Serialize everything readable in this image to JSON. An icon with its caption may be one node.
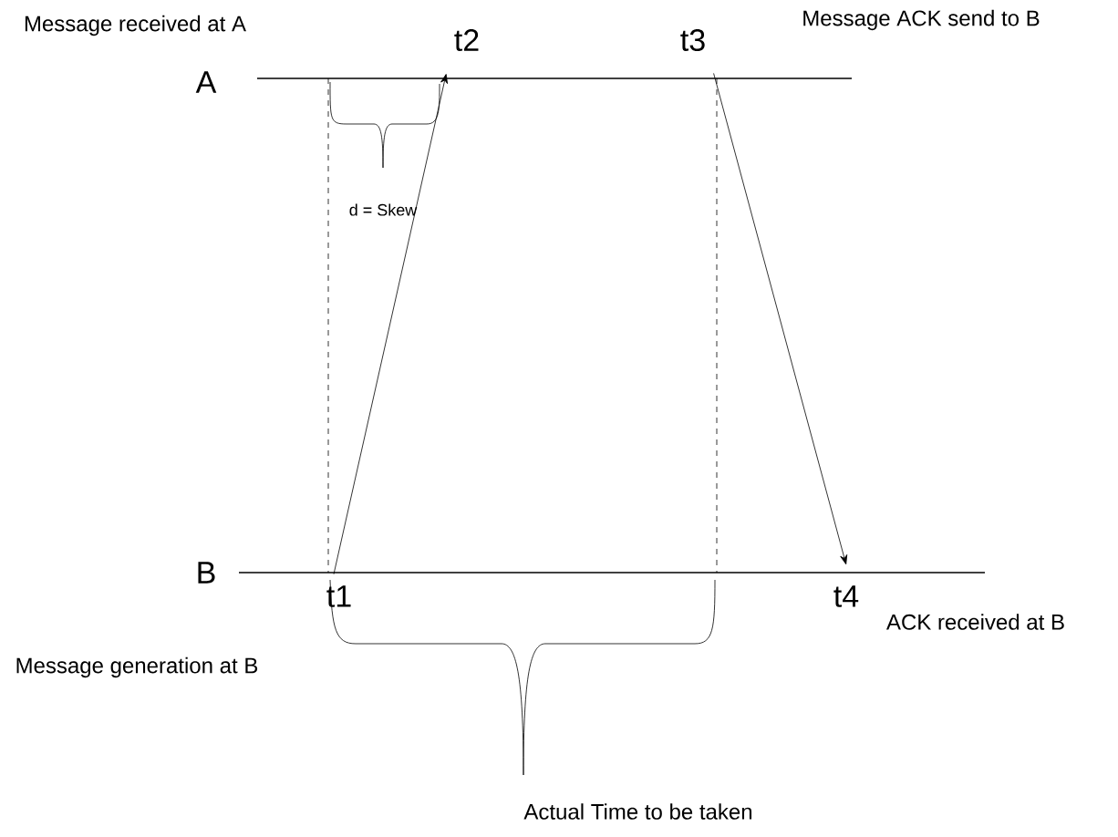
{
  "diagram": {
    "nodes": [
      {
        "text": [
          "t1"
        ]
      },
      {
        "text": [
          "t2"
        ]
      },
      {
        "text": [
          "t3"
        ]
      },
      {
        "text": [
          "t4"
        ]
      }
    ],
    "edges": [
      {
        "from": 0,
        "to": 1,
        "arrow": "to"
      },
      {
        "from": 2,
        "to": 3,
        "arrow": "to"
      }
    ],
    "labels": [
      "Message received at A",
      "Message ACK send to B",
      "A",
      "d = Skew",
      "B",
      "ACK received at B",
      "Message generation at B",
      "Actual Time to be taken"
    ]
  }
}
